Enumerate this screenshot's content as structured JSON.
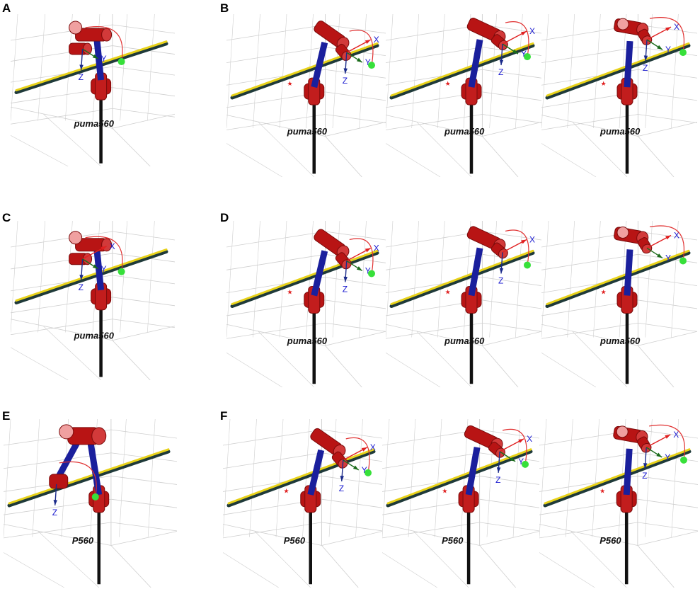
{
  "panels": [
    {
      "letter": "A",
      "frames": [
        {
          "name": "puma560",
          "axes": [
            "Y",
            "Z"
          ],
          "pose": 0
        }
      ]
    },
    {
      "letter": "B",
      "frames": [
        {
          "name": "puma560",
          "axes": [
            "X",
            "Y",
            "Z"
          ],
          "pose": 1
        },
        {
          "name": "puma560",
          "axes": [
            "X",
            "Y",
            "Z"
          ],
          "pose": 2
        },
        {
          "name": "puma560",
          "axes": [
            "X",
            "Z",
            "Y"
          ],
          "pose": 3
        }
      ]
    },
    {
      "letter": "C",
      "frames": [
        {
          "name": "puma560",
          "axes": [
            "X",
            "Z",
            "Y"
          ],
          "pose": 0
        }
      ]
    },
    {
      "letter": "D",
      "frames": [
        {
          "name": "puma560",
          "axes": [
            "X",
            "Z",
            "Y"
          ],
          "pose": 1
        },
        {
          "name": "puma560",
          "axes": [
            "X",
            "Z"
          ],
          "pose": 2
        },
        {
          "name": "puma560",
          "axes": [
            "X",
            "Y"
          ],
          "pose": 3
        }
      ]
    },
    {
      "letter": "E",
      "frames": [
        {
          "name": "P560",
          "axes": [
            "Z"
          ],
          "pose": 4
        }
      ]
    },
    {
      "letter": "F",
      "frames": [
        {
          "name": "P560",
          "axes": [
            "X",
            "Y",
            "Z"
          ],
          "pose": 1
        },
        {
          "name": "P560",
          "axes": [
            "X",
            "Y",
            "Z"
          ],
          "pose": 2
        },
        {
          "name": "P560",
          "axes": [
            "X",
            "Z",
            "Y"
          ],
          "pose": 3
        }
      ]
    }
  ],
  "colors": {
    "link_red": "#b81414",
    "link_dark": "#7a0b0b",
    "link_blue": "#1a1f9c",
    "pole": "#111111",
    "rail_yellow": "#e8d21a",
    "rail_dark": "#1f3a3a",
    "target_green": "#37e03a",
    "grid": "#cfcfcf",
    "axis_blue": "#1b1bd0",
    "x_arrow": "#e02020",
    "y_arrow": "#1a6b1a",
    "z_arrow": "#1a2a8a"
  }
}
